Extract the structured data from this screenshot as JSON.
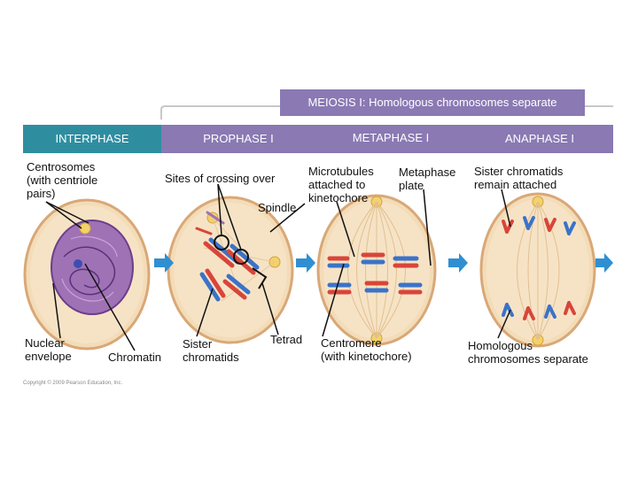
{
  "banner": {
    "title": "MEIOSIS I: Homologous chromosomes separate"
  },
  "phases": [
    {
      "name": "INTERPHASE",
      "color": "#2e8ea0"
    },
    {
      "name": "PROPHASE I",
      "color": "#8a79b3"
    },
    {
      "name": "METAPHASE I",
      "color": "#8a79b3"
    },
    {
      "name": "ANAPHASE I",
      "color": "#8a79b3"
    }
  ],
  "labels": {
    "centrosomes": "Centrosomes\n(with centriole\npairs)",
    "crossing_over": "Sites of crossing over",
    "microtubules": "Microtubules\nattached to\nkinetochore",
    "metaphase_plate": "Metaphase\nplate",
    "sister_attached": "Sister chromatids\nremain attached",
    "spindle": "Spindle",
    "nuclear_envelope": "Nuclear\nenvelope",
    "chromatin": "Chromatin",
    "sister_chromatids": "Sister\nchromatids",
    "tetrad": "Tetrad",
    "centromere": "Centromere\n(with kinetochore)",
    "homologous": "Homologous\nchromosomes separate"
  },
  "copyright": "Copyright © 2009 Pearson Education, Inc.",
  "colors": {
    "cell_fill": "#f3dcb8",
    "cell_edge": "#d9a877",
    "nucleus": "#9f72b5",
    "arrow": "#2f8fd2",
    "chrom_red": "#d8453a",
    "chrom_blue": "#3a73c9"
  }
}
